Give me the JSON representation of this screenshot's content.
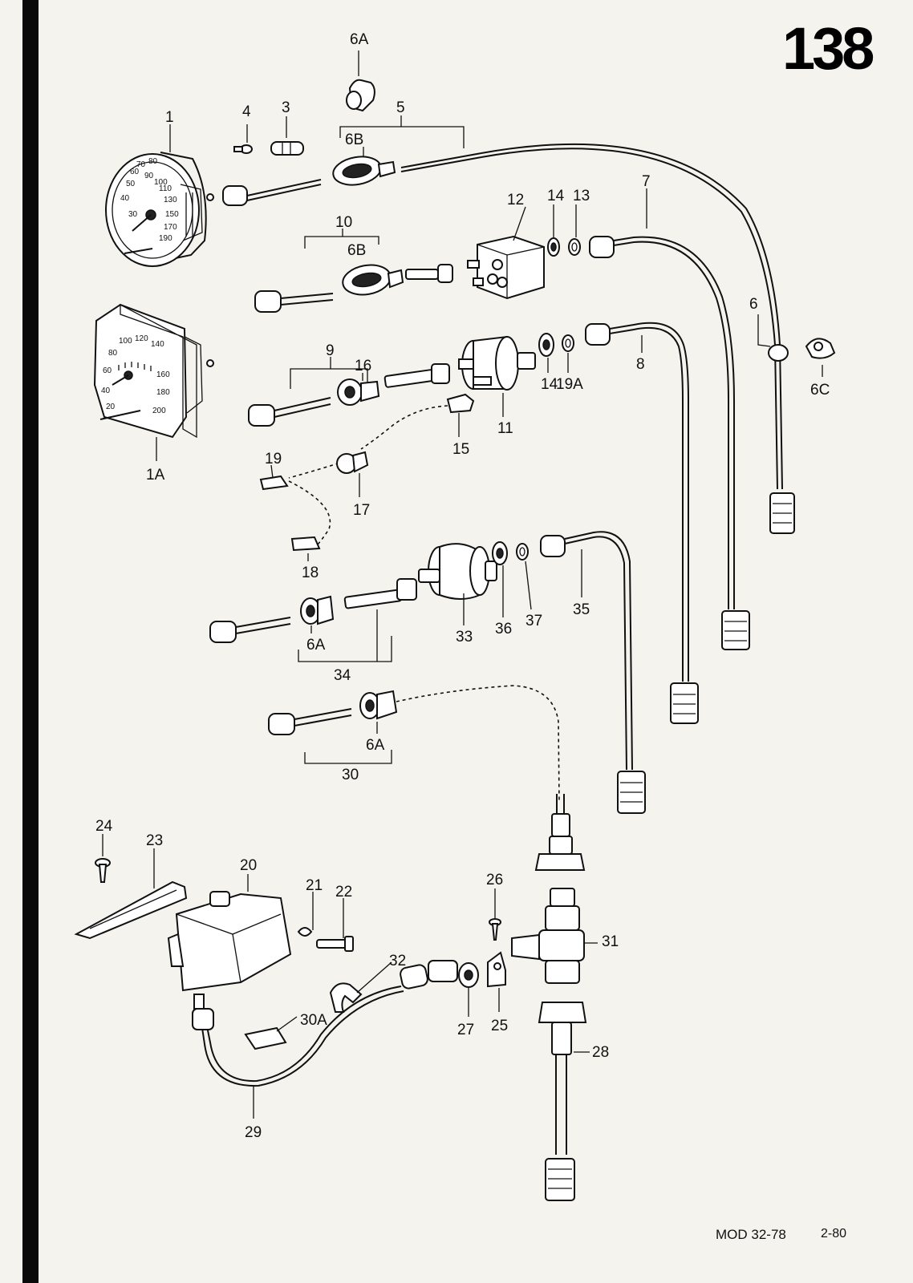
{
  "page": {
    "number": "138",
    "model": "MOD 32-78",
    "date": "2-80"
  },
  "callouts": [
    {
      "id": "c-1",
      "label": "1"
    },
    {
      "id": "c-1A",
      "label": "1A"
    },
    {
      "id": "c-3",
      "label": "3"
    },
    {
      "id": "c-4",
      "label": "4"
    },
    {
      "id": "c-5",
      "label": "5"
    },
    {
      "id": "c-6A-top",
      "label": "6A"
    },
    {
      "id": "c-6B-top",
      "label": "6B"
    },
    {
      "id": "c-6B-mid",
      "label": "6B"
    },
    {
      "id": "c-6",
      "label": "6"
    },
    {
      "id": "c-6C",
      "label": "6C"
    },
    {
      "id": "c-7",
      "label": "7"
    },
    {
      "id": "c-8",
      "label": "8"
    },
    {
      "id": "c-9",
      "label": "9"
    },
    {
      "id": "c-10",
      "label": "10"
    },
    {
      "id": "c-11",
      "label": "11"
    },
    {
      "id": "c-12",
      "label": "12"
    },
    {
      "id": "c-13",
      "label": "13"
    },
    {
      "id": "c-14a",
      "label": "14"
    },
    {
      "id": "c-14b",
      "label": "14"
    },
    {
      "id": "c-15",
      "label": "15"
    },
    {
      "id": "c-16",
      "label": "16"
    },
    {
      "id": "c-17",
      "label": "17"
    },
    {
      "id": "c-18",
      "label": "18"
    },
    {
      "id": "c-19",
      "label": "19"
    },
    {
      "id": "c-19A",
      "label": "19A"
    },
    {
      "id": "c-20",
      "label": "20"
    },
    {
      "id": "c-21",
      "label": "21"
    },
    {
      "id": "c-22",
      "label": "22"
    },
    {
      "id": "c-23",
      "label": "23"
    },
    {
      "id": "c-24",
      "label": "24"
    },
    {
      "id": "c-25",
      "label": "25"
    },
    {
      "id": "c-26",
      "label": "26"
    },
    {
      "id": "c-27",
      "label": "27"
    },
    {
      "id": "c-28",
      "label": "28"
    },
    {
      "id": "c-29",
      "label": "29"
    },
    {
      "id": "c-30",
      "label": "30"
    },
    {
      "id": "c-30A",
      "label": "30A"
    },
    {
      "id": "c-31",
      "label": "31"
    },
    {
      "id": "c-32",
      "label": "32"
    },
    {
      "id": "c-33",
      "label": "33"
    },
    {
      "id": "c-34",
      "label": "34"
    },
    {
      "id": "c-35",
      "label": "35"
    },
    {
      "id": "c-36",
      "label": "36"
    },
    {
      "id": "c-37",
      "label": "37"
    },
    {
      "id": "c-6A-mid",
      "label": "6A"
    },
    {
      "id": "c-6A-low",
      "label": "6A"
    }
  ],
  "gauges": {
    "speedometer_1_ticks": [
      "30",
      "40",
      "50",
      "60",
      "70",
      "80",
      "90",
      "100",
      "110",
      "130",
      "150",
      "170",
      "190"
    ],
    "speedometer_1A_ticks": [
      "20",
      "40",
      "60",
      "80",
      "100",
      "120",
      "140",
      "160",
      "180",
      "200"
    ]
  }
}
